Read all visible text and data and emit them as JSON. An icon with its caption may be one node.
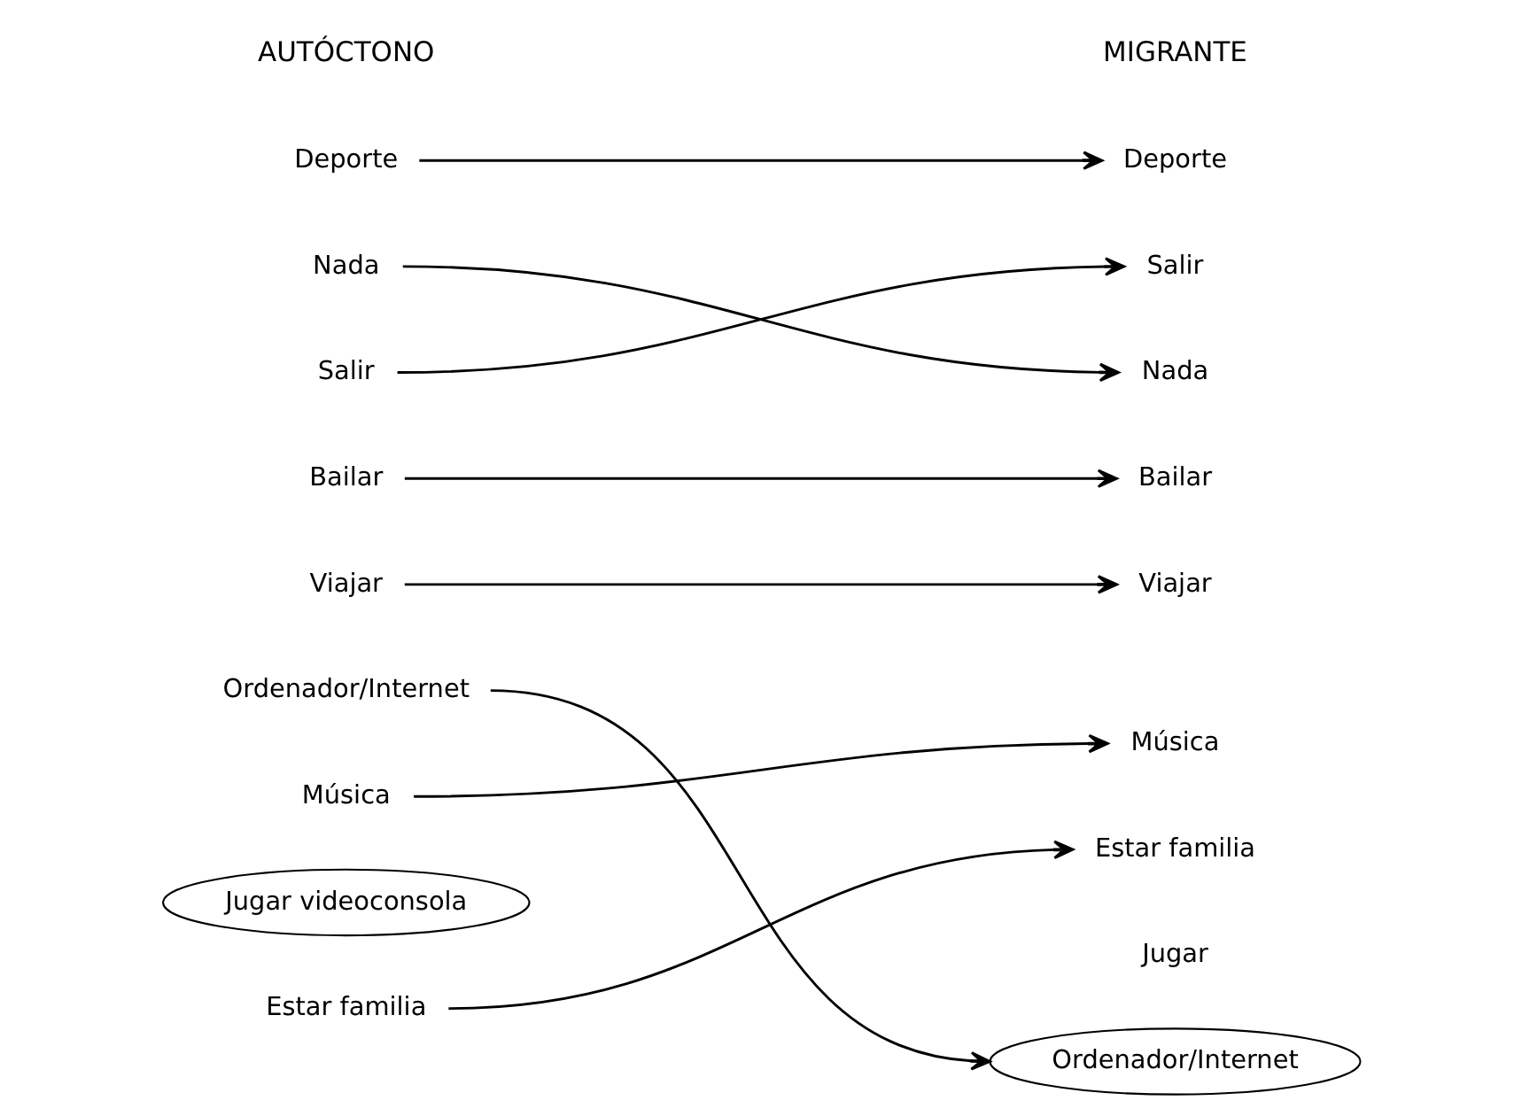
{
  "diagram": {
    "nodes": [
      {
        "text": [
          "Deporte"
        ]
      },
      {
        "text": [
          "Nada"
        ]
      },
      {
        "text": [
          "Salir"
        ]
      },
      {
        "text": [
          "Bailar"
        ]
      },
      {
        "text": [
          "Viajar"
        ]
      },
      {
        "text": [
          "Ordenador/Internet"
        ]
      },
      {
        "text": [
          "Música"
        ]
      },
      {
        "text": [
          "Jugar videoconsola"
        ]
      },
      {
        "text": [
          "Estar familia"
        ]
      },
      {
        "text": [
          "Deporte"
        ]
      },
      {
        "text": [
          "Salir"
        ]
      },
      {
        "text": [
          "Nada"
        ]
      },
      {
        "text": [
          "Bailar"
        ]
      },
      {
        "text": [
          "Viajar"
        ]
      },
      {
        "text": [
          "Música"
        ]
      },
      {
        "text": [
          "Estar familia"
        ]
      },
      {
        "text": [
          "Jugar"
        ]
      },
      {
        "text": [
          "Ordenador/Internet"
        ]
      }
    ],
    "edges": [
      {
        "from": 0,
        "to": 9,
        "arrow": "to"
      },
      {
        "from": 1,
        "to": 11,
        "arrow": "to"
      },
      {
        "from": 2,
        "to": 10,
        "arrow": "to"
      },
      {
        "from": 3,
        "to": 12,
        "arrow": "to"
      },
      {
        "from": 4,
        "to": 13,
        "arrow": "to"
      },
      {
        "from": 5,
        "to": 17,
        "arrow": "to"
      },
      {
        "from": 6,
        "to": 14,
        "arrow": "to"
      },
      {
        "from": 8,
        "to": 15,
        "arrow": "to"
      }
    ],
    "labels": [
      "AUTÓCTONO",
      "MIGRANTE"
    ]
  }
}
